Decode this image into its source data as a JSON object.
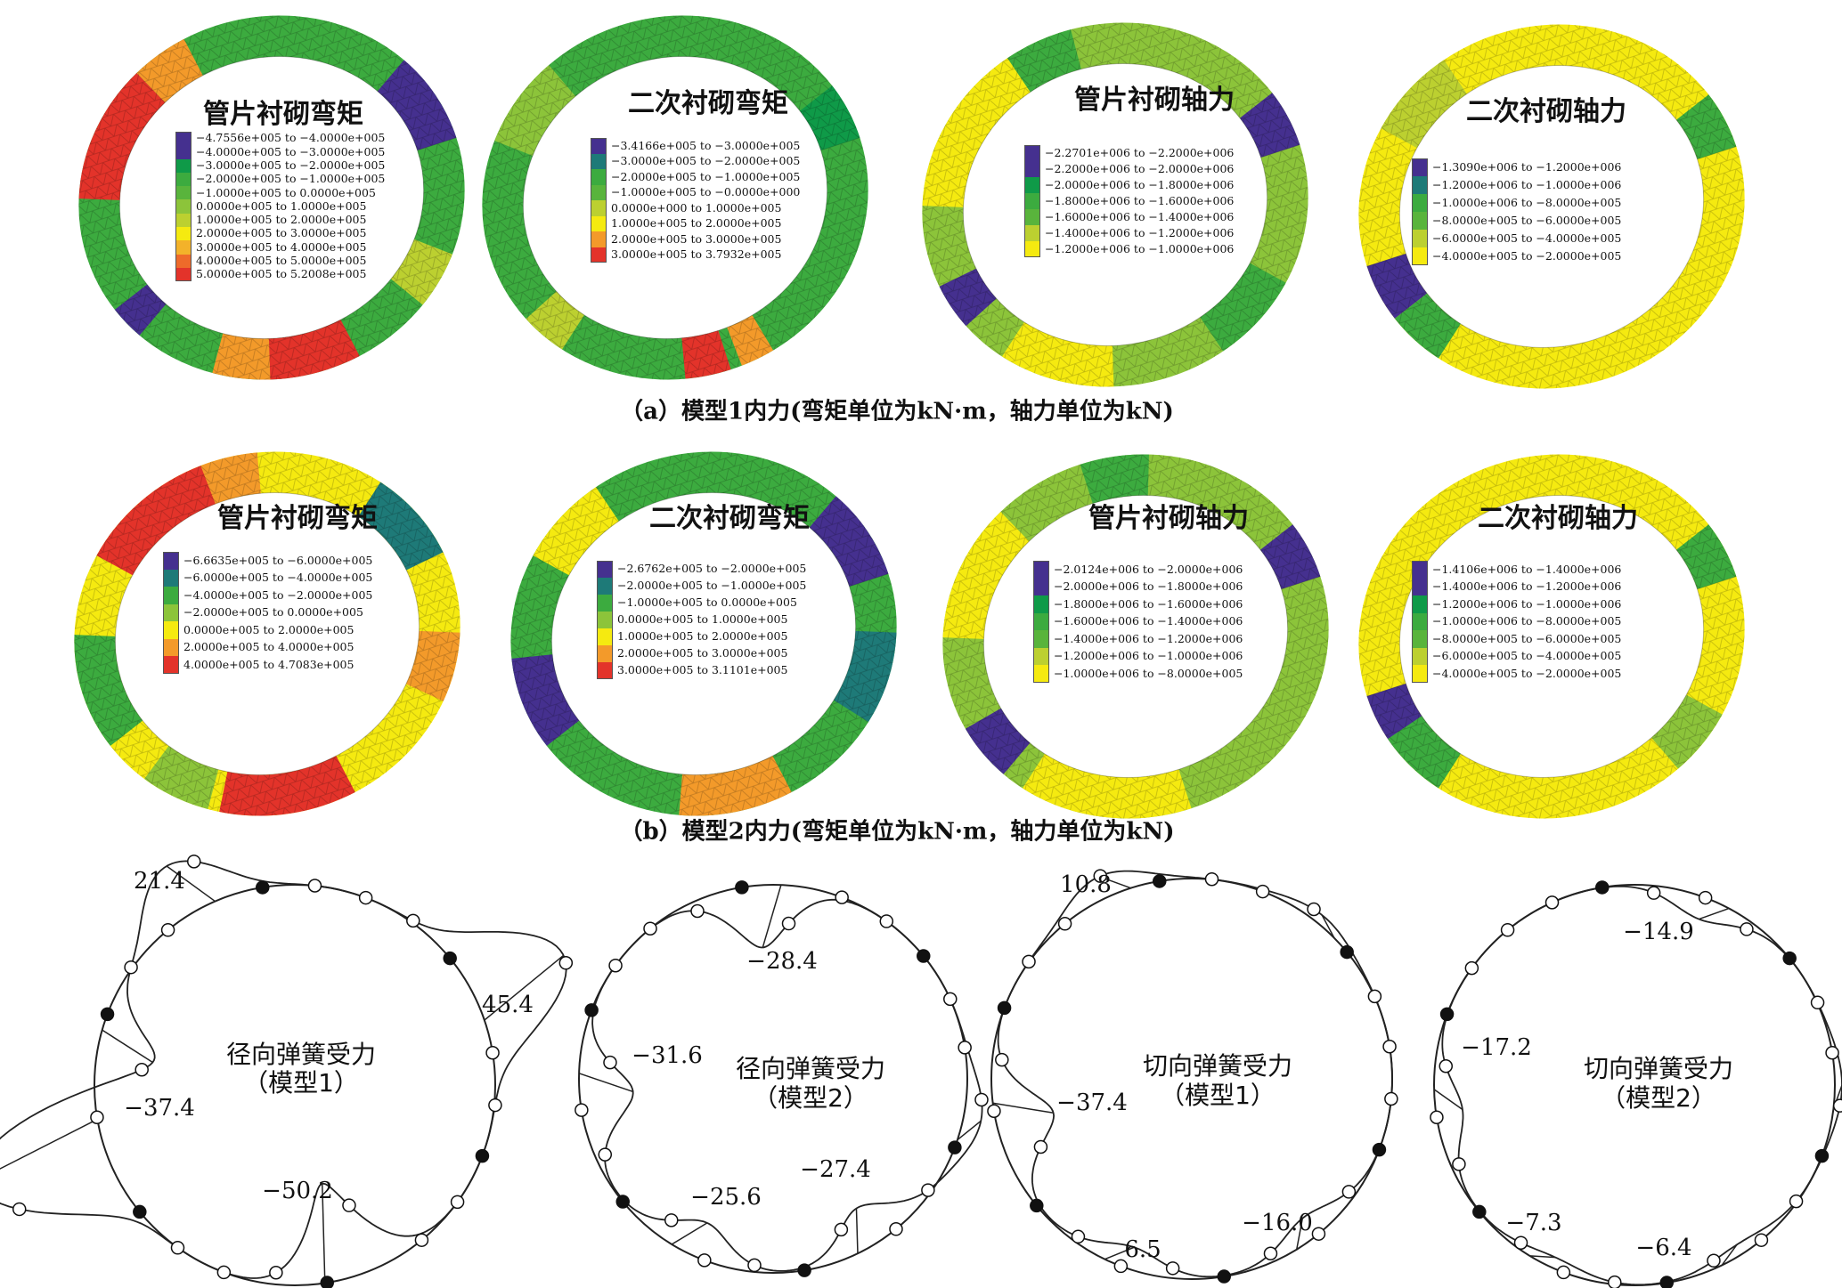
{
  "colors": {
    "purple": "#45308f",
    "teal": "#1e7a78",
    "green_dark": "#0f9a48",
    "green": "#3cab3f",
    "green_mid": "#59b43c",
    "green_light": "#8cc43a",
    "yellow_green": "#bcd030",
    "yellow": "#f5ea10",
    "orange": "#f39a2a",
    "orange_red": "#ee6a2a",
    "red": "#e3332a"
  },
  "captions": {
    "a": "（a）模型1内力(弯矩单位为kN·m，轴力单位为kN)",
    "b": "（b）模型2内力(弯矩单位为kN·m，轴力单位为kN)"
  },
  "panels": [
    {
      "title": "管片衬砌弯矩",
      "legend": [
        {
          "label": "−4.7556e+005 to −4.0000e+005",
          "color": "#45308f"
        },
        {
          "label": "−4.0000e+005 to −3.0000e+005",
          "color": "#45308f"
        },
        {
          "label": "−3.0000e+005 to −2.0000e+005",
          "color": "#0f9a48"
        },
        {
          "label": "−2.0000e+005 to −1.0000e+005",
          "color": "#3cab3f"
        },
        {
          "label": "−1.0000e+005 to 0.0000e+005",
          "color": "#59b43c"
        },
        {
          "label": "0.0000e+005 to 1.0000e+005",
          "color": "#8cc43a"
        },
        {
          "label": "1.0000e+005 to 2.0000e+005",
          "color": "#bcd030"
        },
        {
          "label": "2.0000e+005 to 3.0000e+005",
          "color": "#f5ea10"
        },
        {
          "label": "3.0000e+005 to 4.0000e+005",
          "color": "#f3b22a"
        },
        {
          "label": "4.0000e+005 to 5.0000e+005",
          "color": "#ee6a2a"
        },
        {
          "label": "5.0000e+005 to 5.2008e+005",
          "color": "#e3332a"
        }
      ]
    },
    {
      "title": "二次衬砌弯矩",
      "legend": [
        {
          "label": "−3.4166e+005 to −3.0000e+005",
          "color": "#45308f"
        },
        {
          "label": "−3.0000e+005 to −2.0000e+005",
          "color": "#1e7a78"
        },
        {
          "label": "−2.0000e+005 to −1.0000e+005",
          "color": "#3cab3f"
        },
        {
          "label": "−1.0000e+005 to −0.0000e+000",
          "color": "#59b43c"
        },
        {
          "label": "0.0000e+000 to 1.0000e+005",
          "color": "#bcd030"
        },
        {
          "label": "1.0000e+005 to 2.0000e+005",
          "color": "#f5ea10"
        },
        {
          "label": "2.0000e+005 to 3.0000e+005",
          "color": "#f39a2a"
        },
        {
          "label": "3.0000e+005 to 3.7932e+005",
          "color": "#e3332a"
        }
      ]
    },
    {
      "title": "管片衬砌轴力",
      "legend": [
        {
          "label": "−2.2701e+006 to −2.2000e+006",
          "color": "#45308f"
        },
        {
          "label": "−2.2000e+006 to −2.0000e+006",
          "color": "#45308f"
        },
        {
          "label": "−2.0000e+006 to −1.8000e+006",
          "color": "#0f9a48"
        },
        {
          "label": "−1.8000e+006 to −1.6000e+006",
          "color": "#3cab3f"
        },
        {
          "label": "−1.6000e+006 to −1.4000e+006",
          "color": "#59b43c"
        },
        {
          "label": "−1.4000e+006 to −1.2000e+006",
          "color": "#bcd030"
        },
        {
          "label": "−1.2000e+006 to −1.0000e+006",
          "color": "#f5ea10"
        }
      ]
    },
    {
      "title": "二次衬砌轴力",
      "legend": [
        {
          "label": "−1.3090e+006 to −1.2000e+006",
          "color": "#45308f"
        },
        {
          "label": "−1.2000e+006 to −1.0000e+006",
          "color": "#1e7a78"
        },
        {
          "label": "−1.0000e+006 to −8.0000e+005",
          "color": "#3cab3f"
        },
        {
          "label": "−8.0000e+005 to −6.0000e+005",
          "color": "#59b43c"
        },
        {
          "label": "−6.0000e+005 to −4.0000e+005",
          "color": "#bcd030"
        },
        {
          "label": "−4.0000e+005 to −2.0000e+005",
          "color": "#f5ea10"
        }
      ]
    },
    {
      "title": "管片衬砌弯矩",
      "legend": [
        {
          "label": "−6.6635e+005 to −6.0000e+005",
          "color": "#45308f"
        },
        {
          "label": "−6.0000e+005 to −4.0000e+005",
          "color": "#1e7a78"
        },
        {
          "label": "−4.0000e+005 to −2.0000e+005",
          "color": "#3cab3f"
        },
        {
          "label": "−2.0000e+005 to 0.0000e+005",
          "color": "#8cc43a"
        },
        {
          "label": "0.0000e+005 to 2.0000e+005",
          "color": "#f5ea10"
        },
        {
          "label": "2.0000e+005 to 4.0000e+005",
          "color": "#f39a2a"
        },
        {
          "label": "4.0000e+005 to 4.7083e+005",
          "color": "#e3332a"
        }
      ]
    },
    {
      "title": "二次衬砌弯矩",
      "legend": [
        {
          "label": "−2.6762e+005 to −2.0000e+005",
          "color": "#45308f"
        },
        {
          "label": "−2.0000e+005 to −1.0000e+005",
          "color": "#1e7a78"
        },
        {
          "label": "−1.0000e+005 to 0.0000e+005",
          "color": "#3cab3f"
        },
        {
          "label": "0.0000e+005 to 1.0000e+005",
          "color": "#8cc43a"
        },
        {
          "label": "1.0000e+005 to 2.0000e+005",
          "color": "#f5ea10"
        },
        {
          "label": "2.0000e+005 to 3.0000e+005",
          "color": "#f39a2a"
        },
        {
          "label": "3.0000e+005 to 3.1101e+005",
          "color": "#e3332a"
        }
      ]
    },
    {
      "title": "管片衬砌轴力",
      "legend": [
        {
          "label": "−2.0124e+006 to −2.0000e+006",
          "color": "#45308f"
        },
        {
          "label": "−2.0000e+006 to −1.8000e+006",
          "color": "#45308f"
        },
        {
          "label": "−1.8000e+006 to −1.6000e+006",
          "color": "#0f9a48"
        },
        {
          "label": "−1.6000e+006 to −1.4000e+006",
          "color": "#3cab3f"
        },
        {
          "label": "−1.4000e+006 to −1.2000e+006",
          "color": "#59b43c"
        },
        {
          "label": "−1.2000e+006 to −1.0000e+006",
          "color": "#bcd030"
        },
        {
          "label": "−1.0000e+006 to −8.0000e+005",
          "color": "#f5ea10"
        }
      ]
    },
    {
      "title": "二次衬砌轴力",
      "legend": [
        {
          "label": "−1.4106e+006 to −1.4000e+006",
          "color": "#45308f"
        },
        {
          "label": "−1.4000e+006 to −1.2000e+006",
          "color": "#45308f"
        },
        {
          "label": "−1.2000e+006 to −1.0000e+006",
          "color": "#0f9a48"
        },
        {
          "label": "−1.0000e+006 to −8.0000e+005",
          "color": "#3cab3f"
        },
        {
          "label": "−8.0000e+005 to −6.0000e+005",
          "color": "#59b43c"
        },
        {
          "label": "−6.0000e+005 to −4.0000e+005",
          "color": "#bcd030"
        },
        {
          "label": "−4.0000e+005 to −2.0000e+005",
          "color": "#f5ea10"
        }
      ]
    }
  ],
  "springs": [
    {
      "title": "径向弹簧受力",
      "subtitle": "（模型1）",
      "values": [
        "21.4",
        "45.4",
        "−37.4",
        "−50.2"
      ]
    },
    {
      "title": "径向弹簧受力",
      "subtitle": "（模型2）",
      "values": [
        "−28.4",
        "−31.6",
        "−25.6",
        "−27.4"
      ]
    },
    {
      "title": "切向弹簧受力",
      "subtitle": "（模型1）",
      "values": [
        "10.8",
        "−37.4",
        "6.5",
        "−16.0"
      ]
    },
    {
      "title": "切向弹簧受力",
      "subtitle": "（模型2）",
      "values": [
        "−14.9",
        "−17.2",
        "−7.3",
        "−6.4"
      ]
    }
  ]
}
